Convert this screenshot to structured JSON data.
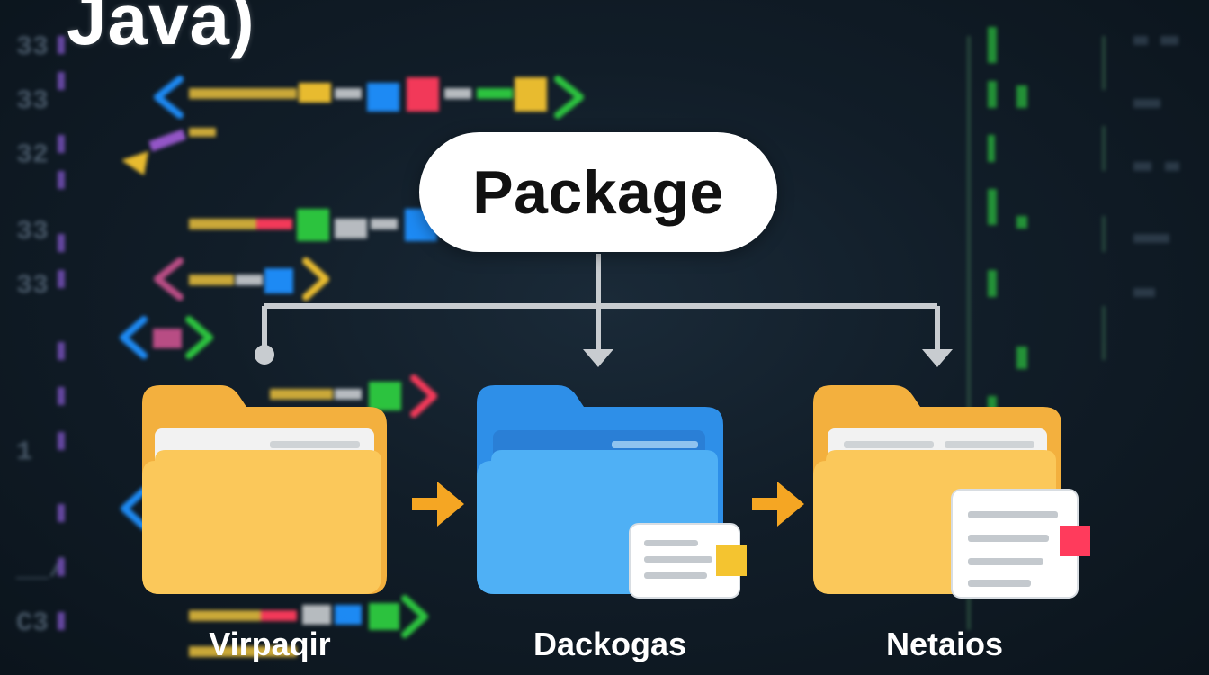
{
  "title": "Java)",
  "package_label": "Package",
  "folders": [
    {
      "label": "Virpaqir",
      "color": "yellow"
    },
    {
      "label": "Dackogas",
      "color": "blue"
    },
    {
      "label": "Netaios",
      "color": "yellow"
    }
  ],
  "colors": {
    "background": "#0f1a24",
    "folder_yellow_back": "#f3b03e",
    "folder_yellow_front": "#fbc85a",
    "folder_blue_back": "#2e8fe8",
    "folder_blue_front": "#4fb0f5",
    "arrow_orange": "#f5a623",
    "connector": "#c8ccd0",
    "code_green": "#2ecc40",
    "code_blue": "#1e90ff",
    "code_red": "#ff3b5c",
    "code_yellow": "#f4c430",
    "code_purple": "#9b59d0"
  }
}
